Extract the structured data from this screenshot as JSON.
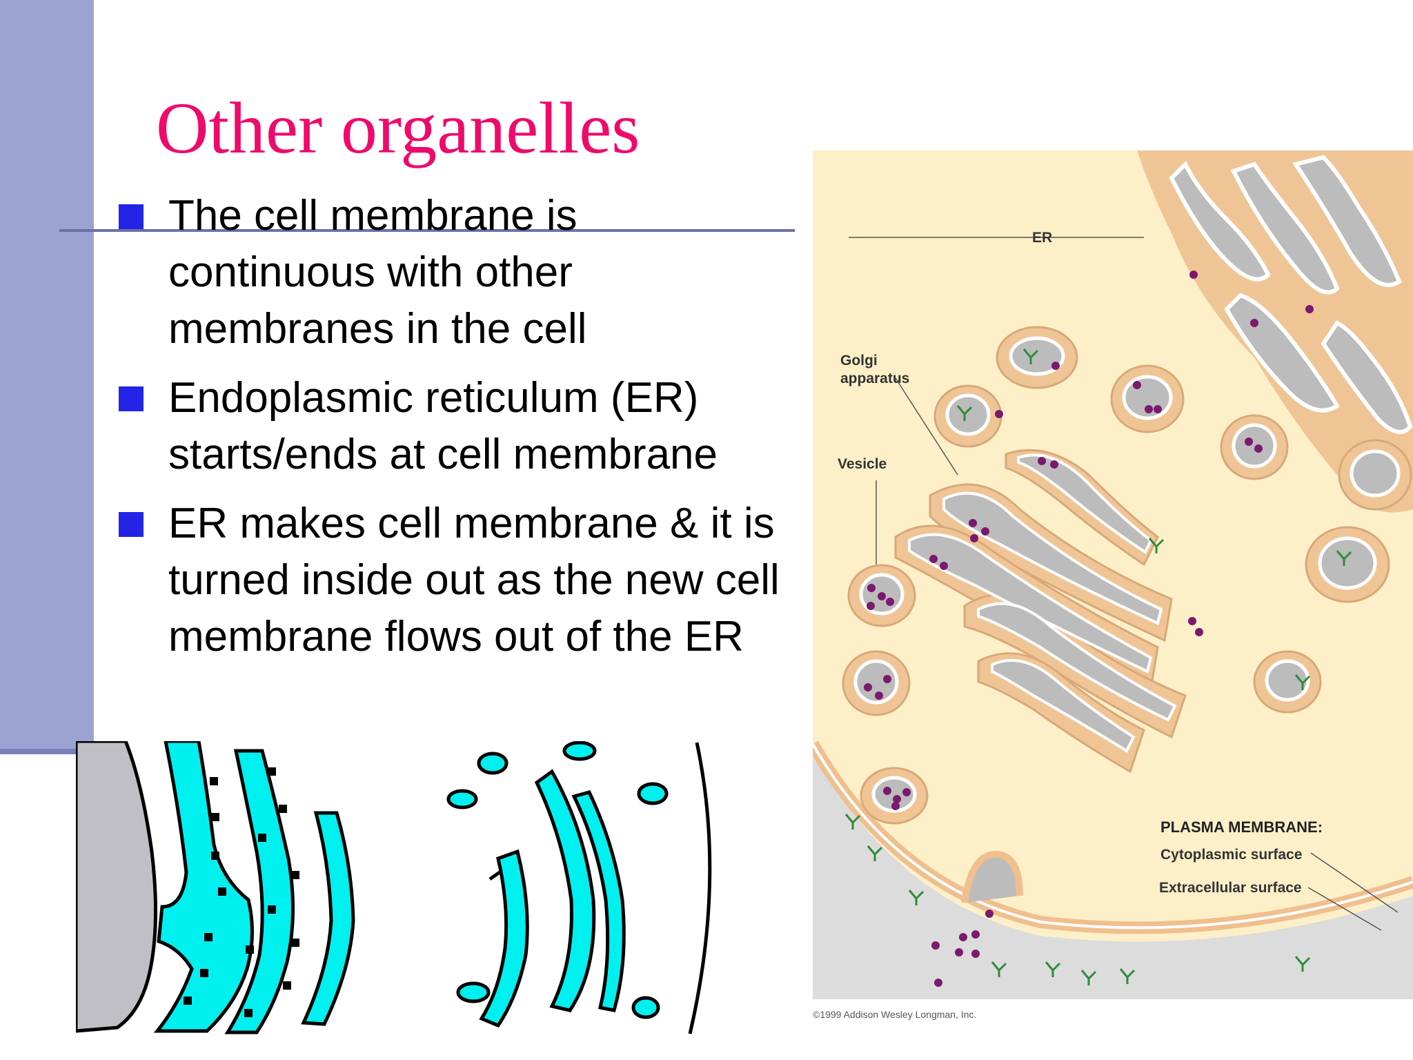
{
  "slide": {
    "title": "Other organelles",
    "bullets": [
      {
        "text": "The cell membrane is continuous with other membranes in the cell"
      },
      {
        "text": "Endoplasmic reticulum (ER) starts/ends at cell membrane"
      },
      {
        "text": "ER makes cell membrane & it is turned inside out as the new cell membrane flows out of the ER"
      }
    ]
  },
  "figure": {
    "labels": {
      "er": "ER",
      "golgi_line1": "Golgi",
      "golgi_line2": "apparatus",
      "vesicle": "Vesicle",
      "plasma_membrane": "PLASMA MEMBRANE:",
      "cytoplasmic": "Cytoplasmic surface",
      "extracellular": "Extracellular surface"
    },
    "copyright": "©1999 Addison Wesley Longman, Inc."
  },
  "colors": {
    "title": "#ee0a6b",
    "bullet_marker": "#2424e6",
    "sidebar": "#9aa3d1",
    "rule": "#6d6fa8",
    "er_cyan": "#00f0f0",
    "nucleus_gray": "#c0c0c4",
    "cytoplasm": "#fdf0c8",
    "membrane_tan": "#f2c89a",
    "lumen_gray": "#bfc1c3",
    "protein_purple": "#7a1a6e",
    "sugar_green": "#2e8b3a"
  }
}
